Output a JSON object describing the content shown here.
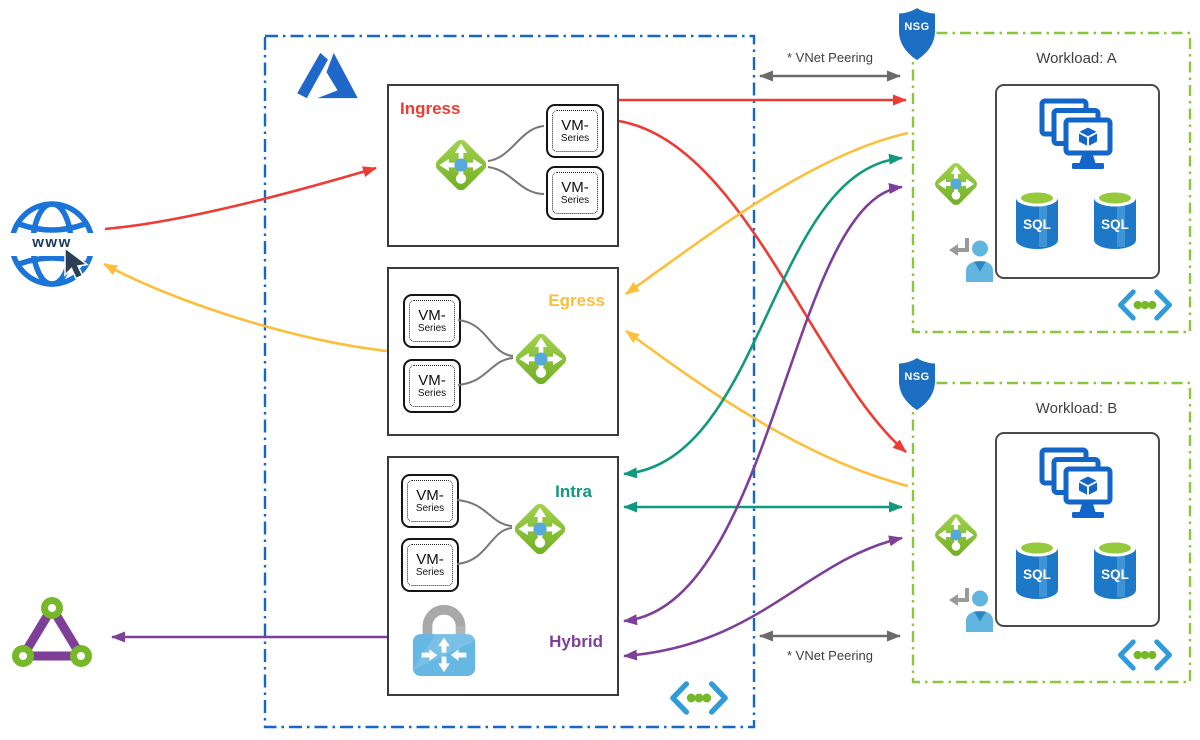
{
  "internet": {
    "label": "www"
  },
  "hub": {
    "ingress_label": "Ingress",
    "egress_label": "Egress",
    "intra_label": "Intra",
    "hybrid_label": "Hybrid",
    "vm_line1": "VM-",
    "vm_line2": "Series"
  },
  "peering": {
    "top": "* VNet Peering",
    "bottom": "* VNet Peering"
  },
  "workloads": {
    "a": {
      "title": "Workload: A",
      "nsg": "NSG",
      "sql1": "SQL",
      "sql2": "SQL"
    },
    "b": {
      "title": "Workload: B",
      "nsg": "NSG",
      "sql1": "SQL",
      "sql2": "SQL"
    }
  },
  "icons": {
    "internet": "www-globe-icon",
    "on_prem": "on-prem-network-triangle-icon",
    "azure": "azure-logo",
    "load_balancer": "load-balancer-icon",
    "lock": "secured-router-lock-icon",
    "vnet": "virtual-network-icon",
    "nsg": "nsg-shield-icon",
    "vm_scale_set": "vm-scale-set-icon",
    "sql": "sql-database-icon",
    "user": "user-return-icon"
  },
  "colors": {
    "ingress_red": "#ee3b33",
    "egress_yellow": "#fbbf3b",
    "intra_teal": "#11997e",
    "hybrid_purple": "#7d3f98",
    "peering_gray": "#6b6b6b",
    "hub_border_blue": "#1667c8",
    "workload_border_green": "#8cc63f",
    "azure_blue": "#1f67c9",
    "icon_green": "#76b82a",
    "icon_blue": "#2f9bd8",
    "sql_blue": "#1e78c8",
    "nsg_blue": "#1b6ec2",
    "lock_blue": "#67b7e3"
  }
}
